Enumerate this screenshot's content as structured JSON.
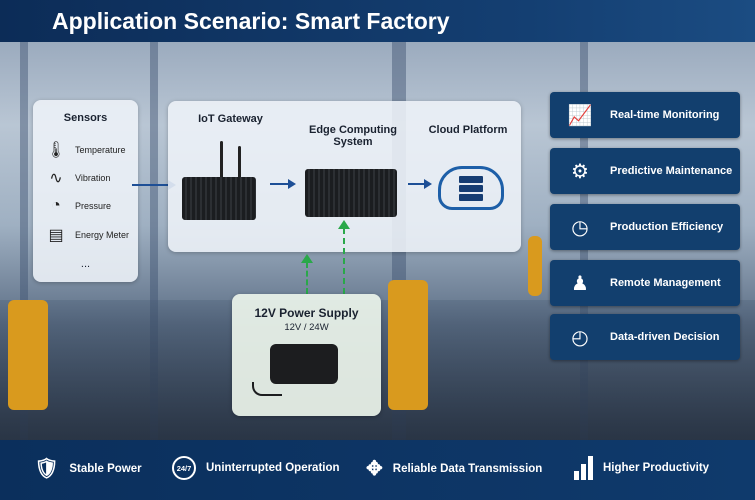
{
  "title": "Application Scenario: Smart Factory",
  "sensors": {
    "heading": "Sensors",
    "items": [
      {
        "label": "Temperature",
        "icon": "thermometer-icon"
      },
      {
        "label": "Vibration",
        "icon": "vibration-wave-icon"
      },
      {
        "label": "Pressure",
        "icon": "pressure-gauge-icon"
      },
      {
        "label": "Energy Meter",
        "icon": "energy-meter-icon"
      }
    ],
    "more": "..."
  },
  "flow": {
    "gateway": "IoT Gateway",
    "edge": "Edge Computing System",
    "cloud": "Cloud Platform"
  },
  "power": {
    "title": "12V Power Supply",
    "spec": "12V / 24W"
  },
  "benefits": [
    {
      "label": "Real-time Monitoring",
      "icon": "monitor-chart-icon"
    },
    {
      "label": "Predictive Maintenance",
      "icon": "gear-wrench-icon"
    },
    {
      "label": "Production Efficiency",
      "icon": "speedometer-icon"
    },
    {
      "label": "Remote Management",
      "icon": "person-icon"
    },
    {
      "label": "Data-driven Decision",
      "icon": "gauge-icon"
    }
  ],
  "features": [
    {
      "label": "Stable Power",
      "icon": "shield-check-icon"
    },
    {
      "label": "Uninterrupted Operation",
      "icon": "24-7-icon",
      "badge": "24/7"
    },
    {
      "label": "Reliable Data Transmission",
      "icon": "network-icon"
    },
    {
      "label": "Higher Productivity",
      "icon": "bar-chart-icon"
    }
  ],
  "colors": {
    "navy": "#0c2c57",
    "card": "#123f6e",
    "arrow": "#1d4f96",
    "power_arrow": "#2aa84a"
  }
}
